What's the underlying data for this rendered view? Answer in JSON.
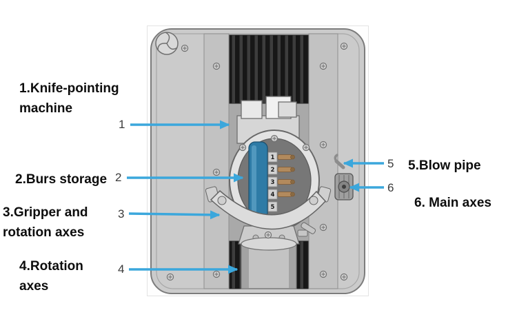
{
  "colors": {
    "arrow": "#3ba7dc",
    "panel-blue": "#2e7ba6",
    "brass": "#b28a5d",
    "label-text": "#0d0d0d"
  },
  "callouts": {
    "left": [
      {
        "num": "1",
        "label": "1.Knife-pointing machine"
      },
      {
        "num": "2",
        "label": "2.Burs storage"
      },
      {
        "num": "3",
        "label": "3.Gripper and rotation axes"
      },
      {
        "num": "4",
        "label": "4.Rotation axes"
      }
    ],
    "right": [
      {
        "num": "5",
        "label": "5.Blow pipe"
      },
      {
        "num": "6",
        "label": "6. Main axes"
      }
    ]
  },
  "machine": {
    "burs_slots": [
      "1",
      "2",
      "3",
      "4",
      "5"
    ]
  }
}
